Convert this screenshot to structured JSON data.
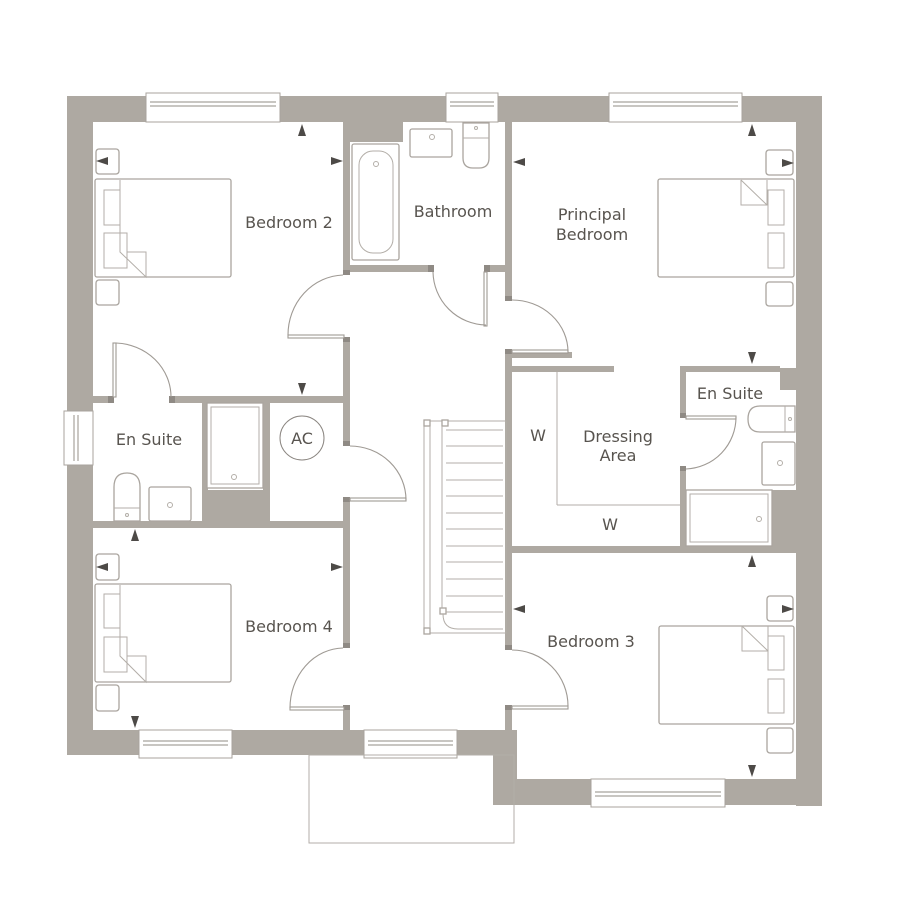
{
  "plan": {
    "type": "floor-plan",
    "level": "first-floor",
    "colors": {
      "wall": "#aea9a2",
      "line": "#a8a39d",
      "text": "#58544f",
      "arrow": "#4d4a47",
      "background": "#ffffff"
    }
  },
  "rooms": {
    "bedroom2": {
      "label": "Bedroom 2"
    },
    "bathroom": {
      "label": "Bathroom"
    },
    "principal": {
      "label_line1": "Principal",
      "label_line2": "Bedroom"
    },
    "ensuite_left": {
      "label": "En Suite"
    },
    "airing_cupboard": {
      "label": "AC"
    },
    "dressing": {
      "label_line1": "Dressing",
      "label_line2": "Area"
    },
    "wardrobe_left": {
      "label": "W"
    },
    "wardrobe_bottom": {
      "label": "W"
    },
    "ensuite_right": {
      "label": "En Suite"
    },
    "bedroom4": {
      "label": "Bedroom 4"
    },
    "bedroom3": {
      "label": "Bedroom 3"
    }
  }
}
